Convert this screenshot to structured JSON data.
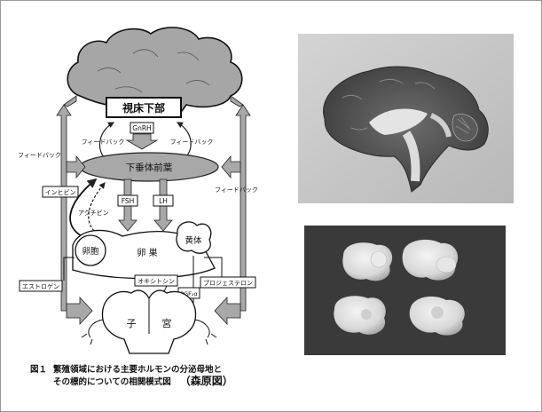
{
  "figure": {
    "number": "図１",
    "caption_line1": "繁殖領域における主要ホルモンの分泌母地と",
    "caption_line2": "その標的についての相関模式図",
    "author": "（森原図）"
  },
  "diagram": {
    "hypothalamus": "視床下部",
    "gnrh": "GnRH",
    "anterior_pituitary": "下垂体前葉",
    "fsh": "FSH",
    "lh": "LH",
    "follicle": "卵胞",
    "ovary": "卵 巣",
    "corpus_luteum": "黄体",
    "uterus_left": "子",
    "uterus_right": "宮",
    "feedback": "フィードバック",
    "inhibin": "インヒビン",
    "activin": "アクチビン",
    "estrogen": "エストロゲン",
    "oxytocin": "オキシトシン",
    "progesterone": "プロジェステロン",
    "pgf": "PGF₂α"
  },
  "photos": {
    "brain": "brain-sagittal-section-photo",
    "ovaries": "four-ovaries-photo"
  },
  "colors": {
    "arrow_gray": "#a8a8a8",
    "brain_gray": "#a6a6a6",
    "photo_bg_brain": "#c8c8c8",
    "photo_bg_ovary": "#3a3a3a"
  }
}
